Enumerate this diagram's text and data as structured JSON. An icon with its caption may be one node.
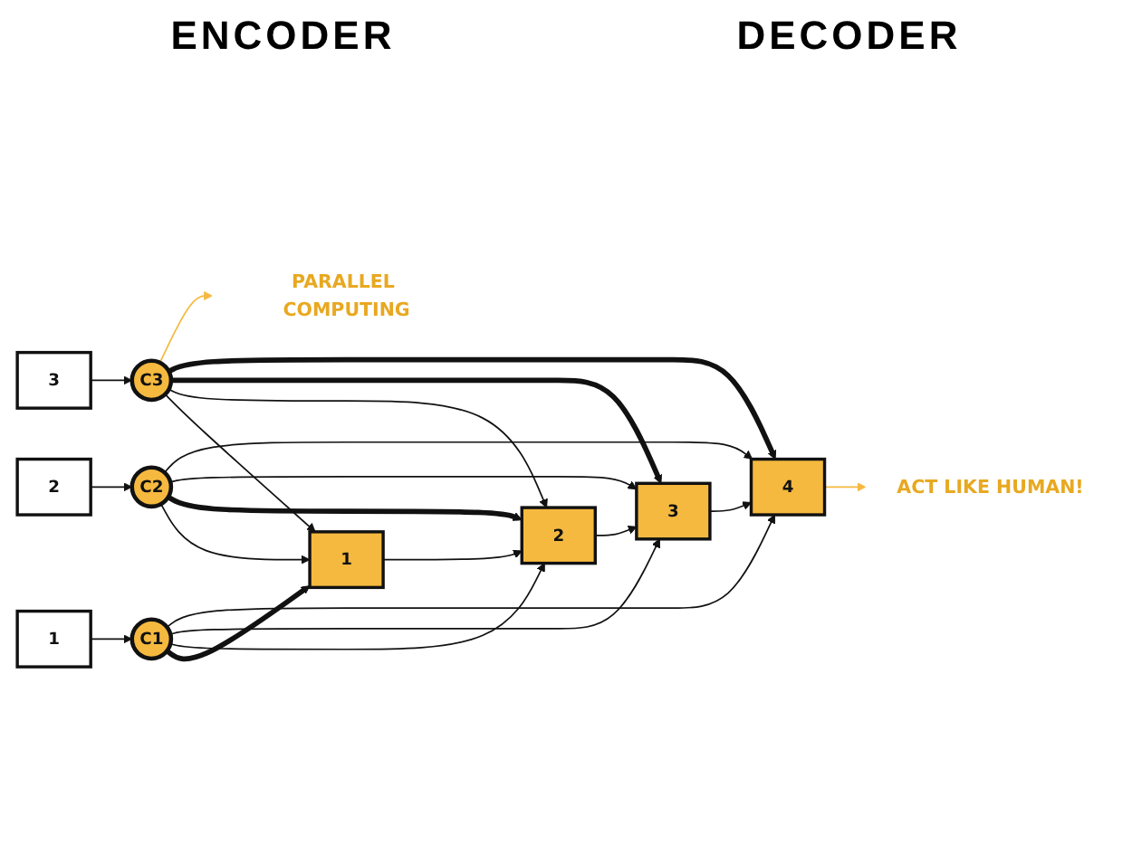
{
  "diagram": {
    "nodes": [
      {
        "text": [
          "1"
        ]
      },
      {
        "text": [
          "2"
        ]
      },
      {
        "text": [
          "3"
        ]
      },
      {
        "text": [
          "C1"
        ]
      },
      {
        "text": [
          "C2"
        ]
      },
      {
        "text": [
          "C3"
        ]
      },
      {
        "text": [
          "1"
        ]
      },
      {
        "text": [
          "2"
        ]
      },
      {
        "text": [
          "3"
        ]
      },
      {
        "text": [
          "4"
        ]
      },
      {
        "text": [
          "PARALLEL COMPUTING"
        ]
      },
      {
        "text": [
          "ACT LIKE HUMAN!"
        ]
      }
    ],
    "edges": [
      {
        "from": 0,
        "to": 3,
        "arrow": "to"
      },
      {
        "from": 1,
        "to": 4,
        "arrow": "to"
      },
      {
        "from": 2,
        "to": 5,
        "arrow": "to"
      },
      {
        "from": 3,
        "to": 6,
        "arrow": "to",
        "style": "thick"
      },
      {
        "from": 3,
        "to": 7,
        "arrow": "to"
      },
      {
        "from": 3,
        "to": 8,
        "arrow": "to"
      },
      {
        "from": 3,
        "to": 9,
        "arrow": "to"
      },
      {
        "from": 4,
        "to": 6,
        "arrow": "to"
      },
      {
        "from": 4,
        "to": 7,
        "arrow": "to",
        "style": "thick"
      },
      {
        "from": 4,
        "to": 8,
        "arrow": "to"
      },
      {
        "from": 4,
        "to": 9,
        "arrow": "to"
      },
      {
        "from": 5,
        "to": 6,
        "arrow": "to"
      },
      {
        "from": 5,
        "to": 7,
        "arrow": "to"
      },
      {
        "from": 5,
        "to": 8,
        "arrow": "to",
        "style": "thick"
      },
      {
        "from": 5,
        "to": 9,
        "arrow": "to",
        "style": "thick"
      },
      {
        "from": 6,
        "to": 7,
        "arrow": "to"
      },
      {
        "from": 7,
        "to": 8,
        "arrow": "to"
      },
      {
        "from": 8,
        "to": 9,
        "arrow": "to"
      },
      {
        "from": 5,
        "to": 10,
        "arrow": "to",
        "color": "#f5b93f"
      },
      {
        "from": 9,
        "to": 11,
        "arrow": "to",
        "color": "#f5b93f"
      }
    ],
    "labels": [
      "ENCODER",
      "DECODER"
    ]
  }
}
